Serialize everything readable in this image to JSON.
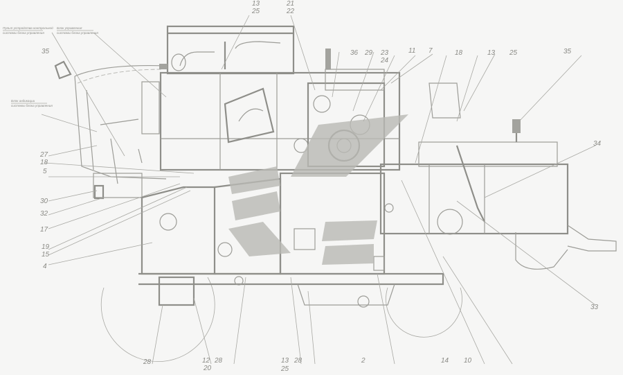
{
  "drawing": {
    "title": "Combine harvester general arrangement (side view)",
    "notes": [
      {
        "line1": "Пульт устройства контрольной",
        "line2": "системы блока управления"
      },
      {
        "line1": "Блок управления",
        "line2": "системы блока управления"
      },
      {
        "line1": "Блок индикации",
        "line2": "системы блока управления"
      }
    ],
    "callouts_top": [
      "13",
      "25",
      "21",
      "22",
      "36",
      "29",
      "23",
      "24",
      "11",
      "7",
      "18",
      "13",
      "25",
      "35"
    ],
    "callouts_left": [
      "35",
      "27",
      "18",
      "5",
      "30",
      "32",
      "17",
      "19",
      "15",
      "4"
    ],
    "callouts_bottom": [
      "28",
      "12",
      "20",
      "28",
      "13",
      "25",
      "28",
      "2",
      "14",
      "10"
    ],
    "callouts_right": [
      "34",
      "33"
    ],
    "colors": {
      "line": "#9c9c97",
      "background": "#f6f6f5",
      "logo": "#b9b9b4"
    }
  }
}
